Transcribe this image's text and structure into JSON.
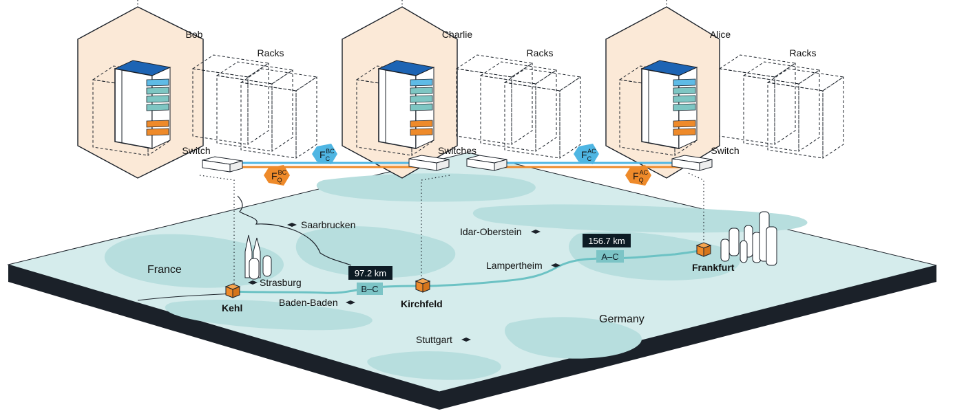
{
  "nodes": {
    "bob": {
      "name": "Bob",
      "racks_label": "Racks",
      "switch_label": "Switch"
    },
    "charlie": {
      "name": "Charlie",
      "racks_label": "Racks",
      "switch_label": "Switches"
    },
    "alice": {
      "name": "Alice",
      "racks_label": "Racks",
      "switch_label": "Switch"
    }
  },
  "fibers": {
    "classical_bc": {
      "base": "F",
      "sub": "C",
      "sup": "BC"
    },
    "quantum_bc": {
      "base": "F",
      "sub": "Q",
      "sup": "BC"
    },
    "classical_ac": {
      "base": "F",
      "sub": "C",
      "sup": "AC"
    },
    "quantum_ac": {
      "base": "F",
      "sub": "Q",
      "sup": "AC"
    }
  },
  "map": {
    "countries": {
      "france": "France",
      "germany": "Germany"
    },
    "sites": {
      "kehl": "Kehl",
      "kirchfeld": "Kirchfeld",
      "frankfurt": "Frankfurt"
    },
    "cities": {
      "saarbrucken": "Saarbrucken",
      "idar_oberstein": "Idar-Oberstein",
      "strasburg": "Strasburg",
      "baden_baden": "Baden-Baden",
      "lampertheim": "Lampertheim",
      "stuttgart": "Stuttgart"
    },
    "links": {
      "bc": {
        "distance": "97.2 km",
        "label": "B–C"
      },
      "ac": {
        "distance": "156.7 km",
        "label": "A–C"
      }
    }
  },
  "colors": {
    "classical_fiber": "#4fb6e3",
    "quantum_fiber": "#ee8a2a",
    "node_fill": "#fbe9d7",
    "map_fill": "#d5ecec",
    "map_shade": "#b7dede",
    "route": "#6cc2c4",
    "rack_blue": "#1d64b4",
    "rack_light_blue": "#5fbbe6",
    "rack_teal": "#7ec6c3",
    "rack_orange": "#ee8a2a"
  }
}
